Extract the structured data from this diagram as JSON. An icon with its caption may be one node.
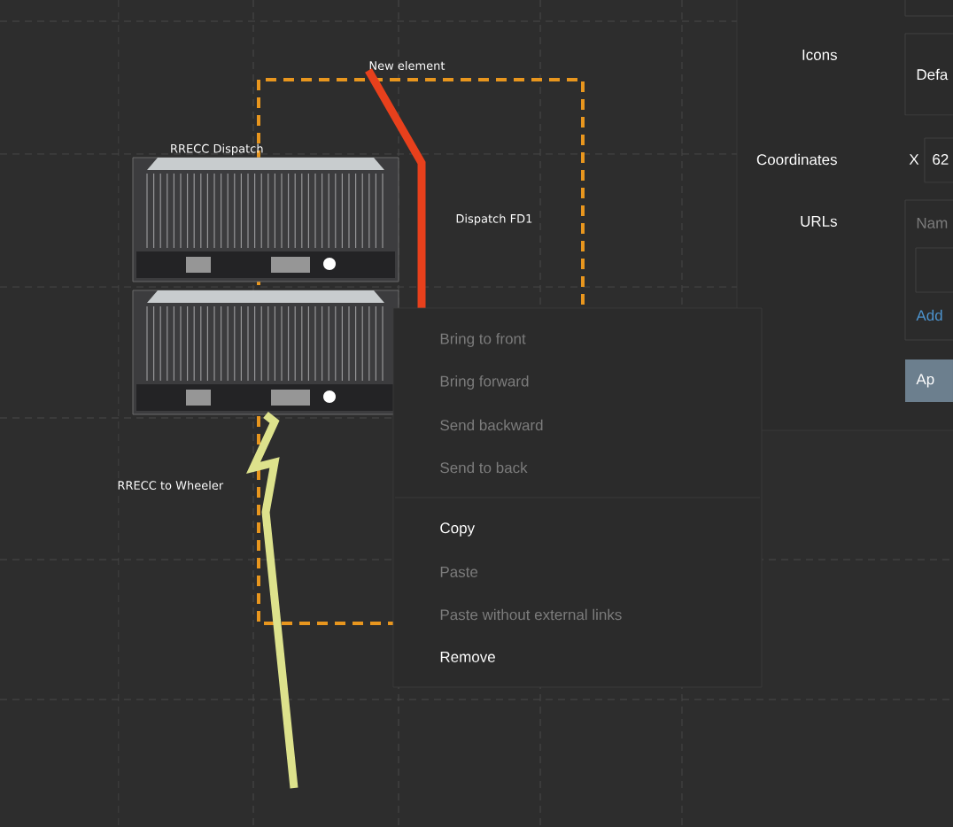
{
  "diagram": {
    "nodes": [
      {
        "text": [
          "New element"
        ]
      },
      {
        "text": [
          "RRECC Dispatch"
        ]
      },
      {
        "text": [],
        "shape": "picture"
      }
    ],
    "edges": [
      {
        "from": 0,
        "to": 2,
        "arrow": "none",
        "color": "#e8401c"
      },
      {
        "from": 2,
        "to": null,
        "arrow": "none",
        "color": "#dde28c",
        "label": "RRECC to Wheeler"
      }
    ],
    "labels": [
      "Dispatch FD1",
      "Icons",
      "Defa",
      "Coordinates",
      "X",
      "62",
      "URLs",
      "Nam",
      "Add",
      "Ap",
      "Bring to front",
      "Bring forward",
      "Send backward",
      "Send to back",
      "Copy",
      "Paste",
      "Paste without external links",
      "Remove"
    ]
  }
}
